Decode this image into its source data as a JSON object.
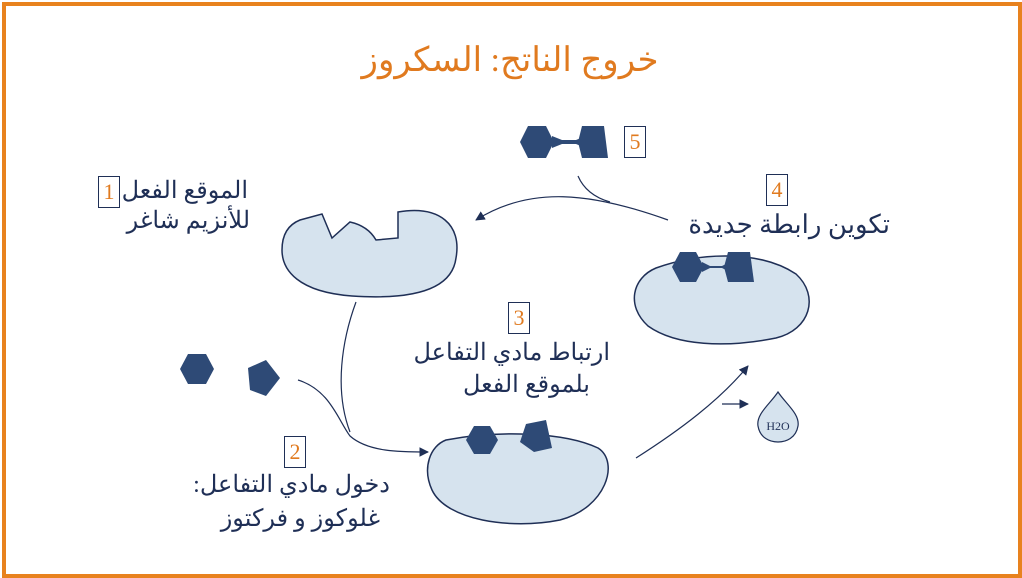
{
  "title": "خروج الناتج: السكروز",
  "steps": [
    {
      "number": "1",
      "line1": "الموقع الفعل",
      "line2": "للأنزيم شاغر"
    },
    {
      "number": "2",
      "line1": "دخول مادي التفاعل:",
      "line2": "غلوكوز و فركتوز"
    },
    {
      "number": "3",
      "line1": "ارتباط مادي التفاعل",
      "line2": "بلموقع الفعل"
    },
    {
      "number": "4",
      "line1": "تكوين رابطة جديدة"
    },
    {
      "number": "5"
    }
  ],
  "water_label": "H2O",
  "colors": {
    "border": "#e8821e",
    "accent": "#e07a1f",
    "enzyme_fill": "#d6e3ee",
    "enzyme_stroke": "#1f2f56",
    "molecule": "#2e4a76"
  }
}
